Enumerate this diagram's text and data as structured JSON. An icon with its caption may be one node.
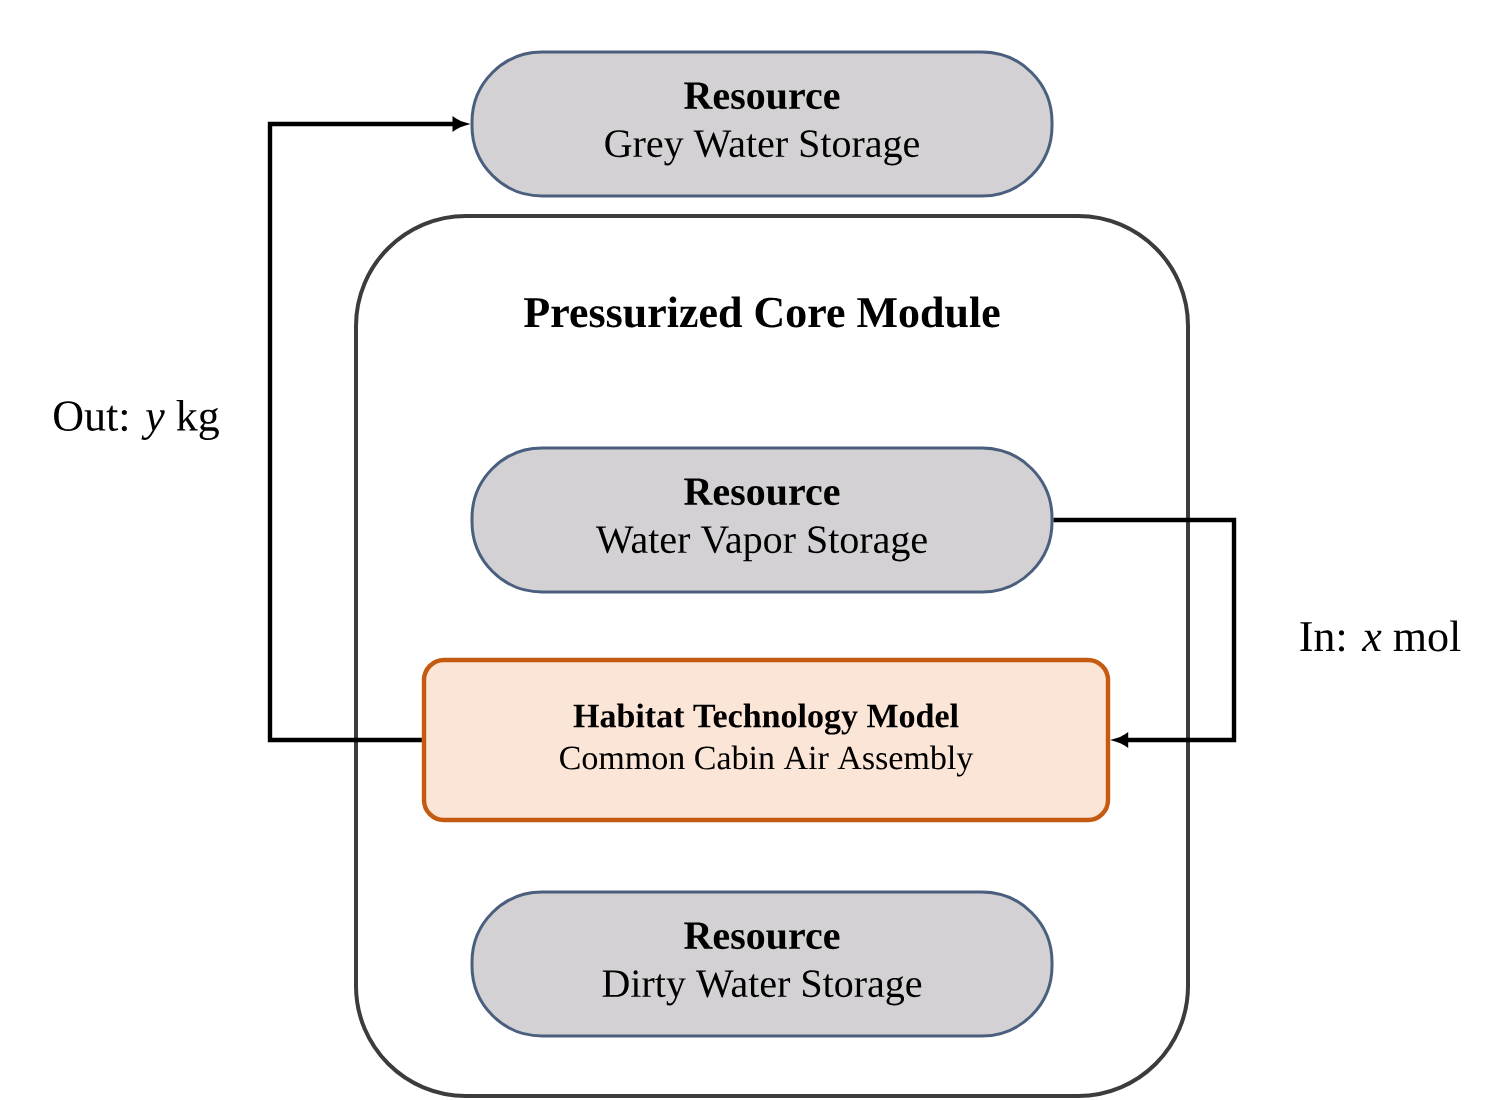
{
  "diagram": {
    "nodes": [
      {
        "text": [
          "Resource",
          "Grey Water Storage"
        ]
      },
      {
        "text": [
          "Pressurized Core Module"
        ]
      },
      {
        "text": [
          "Resource",
          "Water Vapor Storage"
        ],
        "in": 1
      },
      {
        "text": [
          "Habitat Technology Model",
          "Common Cabin Air Assembly"
        ],
        "in": 1
      },
      {
        "text": [
          "Resource",
          "Dirty Water Storage"
        ],
        "in": 1
      }
    ],
    "edges": [
      {
        "from": 3,
        "to": 0,
        "arrow": "to",
        "label": "Out: *y* kg"
      },
      {
        "from": 2,
        "to": 3,
        "arrow": "to",
        "label": "In: *x* mol"
      }
    ]
  }
}
